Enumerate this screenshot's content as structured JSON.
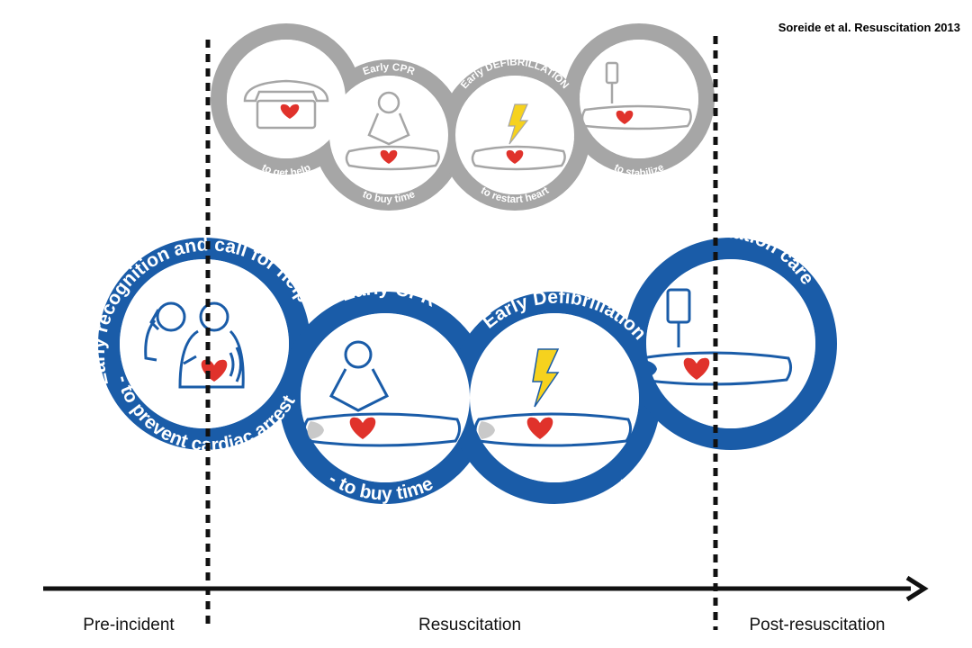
{
  "citation": "Soreide et al. Resuscitation 2013",
  "colors": {
    "new_chain": "#1a5ca8",
    "old_chain": "#a6a6a6",
    "heart": "#e0322b",
    "lightning": "#f6d21e",
    "timeline": "#111111"
  },
  "old_chain": {
    "links": [
      {
        "title": "Early ACCESS",
        "subtitle": "to get help",
        "icon": "telephone-icon"
      },
      {
        "title": "Early CPR",
        "subtitle": "to buy time",
        "icon": "cpr-icon"
      },
      {
        "title": "Early DEFIBRILLATION",
        "subtitle": "to restart heart",
        "icon": "defibrillation-icon"
      },
      {
        "title": "Early ACLS",
        "subtitle": "to stabilize",
        "icon": "iv-drip-icon"
      }
    ]
  },
  "new_chain": {
    "links": [
      {
        "title": "Early recognition and call for help",
        "subtitle": "- to prevent cardiac arrest",
        "icon": "phone-call-icon"
      },
      {
        "title": "Early CPR",
        "subtitle": "- to buy time",
        "icon": "cpr-icon"
      },
      {
        "title": "Early Defibrillation",
        "subtitle": "- to restart the heart",
        "icon": "defibrillation-icon"
      },
      {
        "title": "Post resuscitation care",
        "subtitle": "- to restore quality of life",
        "icon": "iv-drip-icon"
      }
    ]
  },
  "timeline": {
    "phases": [
      "Pre-incident",
      "Resuscitation",
      "Post-resuscitation"
    ]
  }
}
